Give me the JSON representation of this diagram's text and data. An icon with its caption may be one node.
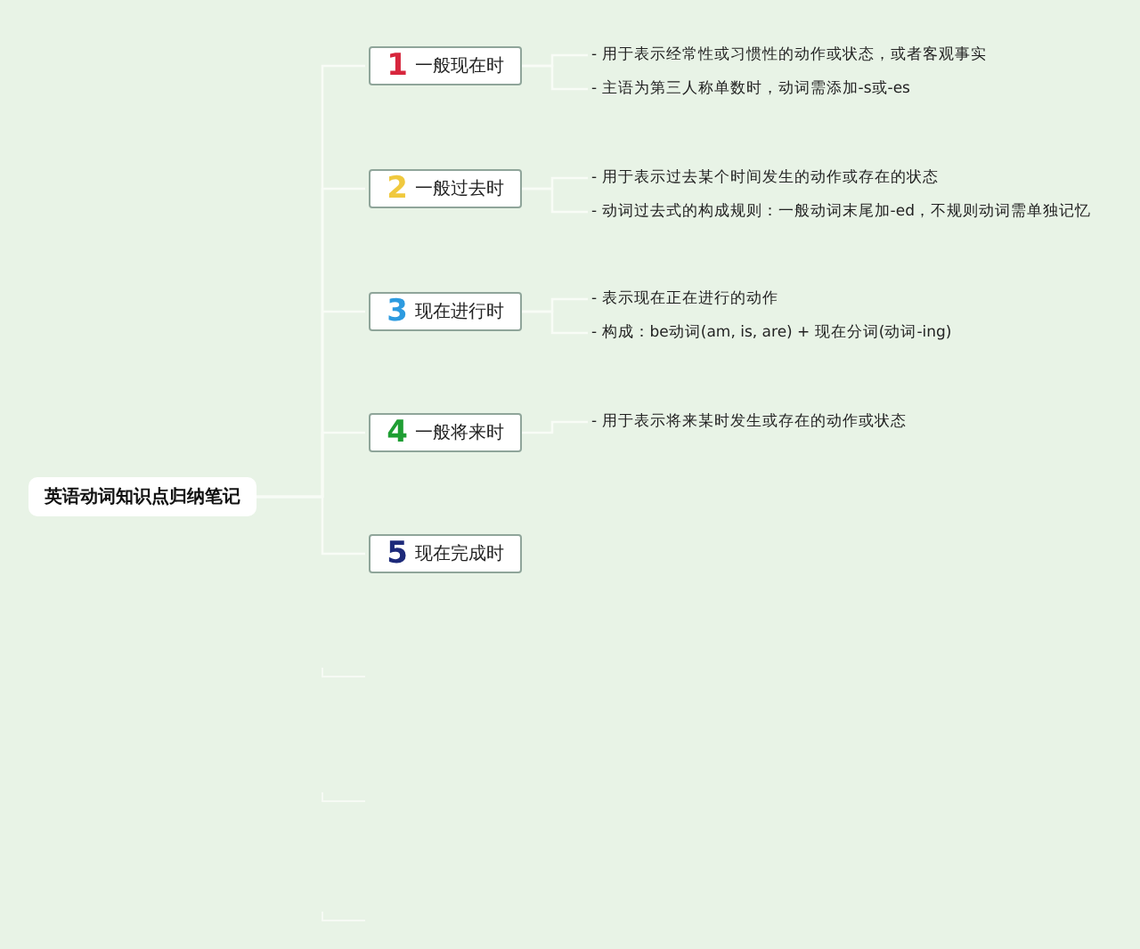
{
  "diagram": {
    "nodes": [
      {
        "text": [
          "英语动词知识点归纳笔记"
        ]
      },
      {
        "text": [
          "1",
          "一般现在时"
        ]
      },
      {
        "text": [
          "2",
          "一般过去时"
        ]
      },
      {
        "text": [
          "3",
          "现在进行时"
        ]
      },
      {
        "text": [
          "4",
          "一般将来时"
        ]
      },
      {
        "text": [
          "5",
          "现在完成时"
        ]
      },
      {
        "text": [
          "- 用于表示经常性或习惯性的动作或状态，或者客观事实"
        ]
      },
      {
        "text": [
          "- 主语为第三人称单数时，动词需添加-s或-es"
        ]
      },
      {
        "text": [
          "- 用于表示过去某个时间发生的动作或存在的状态"
        ]
      },
      {
        "text": [
          "- 动词过去式的构成规则：一般动词末尾加-ed，不规则动词需单独记忆"
        ]
      },
      {
        "text": [
          "- 表示现在正在进行的动作"
        ]
      },
      {
        "text": [
          "- 构成：be动词(am, is, are) + 现在分词(动词-ing)"
        ]
      },
      {
        "text": [
          "- 用于表示将来某时发生或存在的动作或状态"
        ]
      }
    ],
    "edges": [
      {
        "from": 0,
        "to": 1,
        "arrow": "none"
      },
      {
        "from": 0,
        "to": 2,
        "arrow": "none"
      },
      {
        "from": 0,
        "to": 3,
        "arrow": "none"
      },
      {
        "from": 0,
        "to": 4,
        "arrow": "none"
      },
      {
        "from": 0,
        "to": 5,
        "arrow": "none"
      },
      {
        "from": 1,
        "to": 6,
        "arrow": "none"
      },
      {
        "from": 1,
        "to": 7,
        "arrow": "none"
      },
      {
        "from": 2,
        "to": 8,
        "arrow": "none"
      },
      {
        "from": 2,
        "to": 9,
        "arrow": "none"
      },
      {
        "from": 3,
        "to": 10,
        "arrow": "none"
      },
      {
        "from": 3,
        "to": 11,
        "arrow": "none"
      },
      {
        "from": 4,
        "to": 12,
        "arrow": "none"
      }
    ]
  }
}
